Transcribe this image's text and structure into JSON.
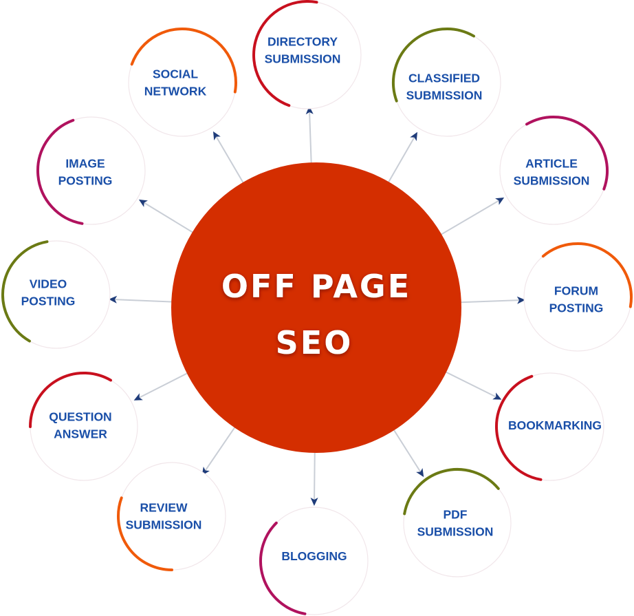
{
  "center": {
    "title_line1": "OFF PAGE",
    "title_line2": "SEO",
    "color": "#d42e00"
  },
  "arrow_color": "#1f3c7a",
  "line_color": "#c9ced6",
  "label_color": "#1a4fa8",
  "nodes": [
    {
      "id": "directory",
      "lines": [
        "DIRECTORY",
        "SUBMISSION"
      ],
      "arc_color": "#c8101e"
    },
    {
      "id": "classified",
      "lines": [
        "CLASSIFIED",
        "SUBMISSION"
      ],
      "arc_color": "#6b7a14"
    },
    {
      "id": "article",
      "lines": [
        "ARTICLE",
        "SUBMISSION"
      ],
      "arc_color": "#b0125e"
    },
    {
      "id": "forum",
      "lines": [
        "FORUM",
        "POSTING"
      ],
      "arc_color": "#f05a0a"
    },
    {
      "id": "bookmarking",
      "lines": [
        "BOOKMARKING"
      ],
      "arc_color": "#c8101e"
    },
    {
      "id": "pdf",
      "lines": [
        "PDF",
        "SUBMISSION"
      ],
      "arc_color": "#6b7a14"
    },
    {
      "id": "blogging",
      "lines": [
        "BLOGGING"
      ],
      "arc_color": "#b0125e"
    },
    {
      "id": "review",
      "lines": [
        "REVIEW",
        "SUBMISSION"
      ],
      "arc_color": "#f05a0a"
    },
    {
      "id": "question",
      "lines": [
        "QUESTION",
        "ANSWER"
      ],
      "arc_color": "#c8101e"
    },
    {
      "id": "video",
      "lines": [
        "VIDEO",
        "POSTING"
      ],
      "arc_color": "#6b7a14"
    },
    {
      "id": "image",
      "lines": [
        "IMAGE",
        "POSTING"
      ],
      "arc_color": "#b0125e"
    },
    {
      "id": "social",
      "lines": [
        "SOCIAL",
        "NETWORK"
      ],
      "arc_color": "#f05a0a"
    }
  ]
}
